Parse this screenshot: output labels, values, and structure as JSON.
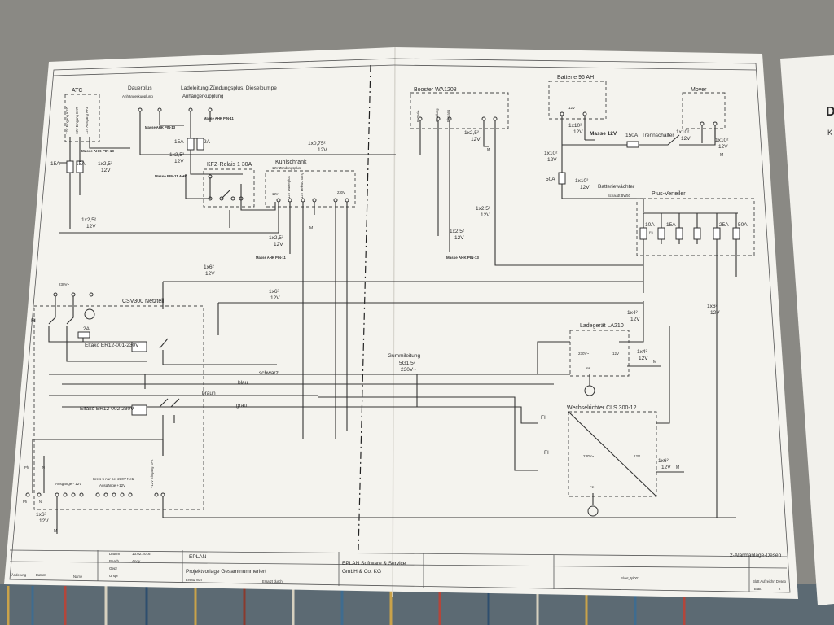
{
  "colors": {
    "carpet": "#8a8984",
    "paper": "#f4f3ee",
    "ink": "#2a2a2a"
  },
  "side_sheet": {
    "letter": "D",
    "line2": "K"
  },
  "atc": {
    "title": "ATC",
    "pins": [
      "12V Eingang KFZ",
      "12V Eingang EXT",
      "12V Ausgang KFZ"
    ],
    "masse": "Masse AHK PIN-13"
  },
  "dauerplus": {
    "title": "Dauerplus",
    "sub": "Anhängerkupplung",
    "masse": "Masse AHK PIN-13"
  },
  "ladeleitung": {
    "title": "Ladeleitung Zündungsplus, Dieselpumpe",
    "sub": "Anhängerkupplung",
    "masse": "Masse AHK PIN-11"
  },
  "fuses_left": {
    "f1": "15A",
    "f2": "15A",
    "f3": "15A",
    "f4": "2A"
  },
  "kfz_relais": {
    "label": "KFZ-Relais 1  30A",
    "masse": "Masse PIN-11 AHK"
  },
  "kuehlschrank": {
    "title": "Kühlschrank",
    "sub": "12V Zündungsplus",
    "masse": "Masse AHK PIN-11",
    "pins": [
      "12V Dauerplus",
      "12V Beleuchtung",
      "230V"
    ]
  },
  "booster": {
    "title": "Booster WA1208",
    "pins": [
      "Batterie",
      "Zündung",
      "Eingang"
    ],
    "masse": "Masse AHK PIN-13"
  },
  "batterie": {
    "title": "Batterie 96 AH",
    "masse": "Masse 12V",
    "fuse": "150A",
    "switch": "Trennschalter",
    "fuse2": "50A"
  },
  "mover": {
    "title": "Mover"
  },
  "batteriewaechter": {
    "title": "Batteriewächter",
    "sub": "Schaudt BW50"
  },
  "plus_verteiler": {
    "title": "Plus-Verteiler",
    "fuses": [
      "10A",
      "15A",
      "25A",
      "50A"
    ],
    "tag": "F5"
  },
  "csv300": {
    "title": "CSV300 Netzteil",
    "v": "230V~",
    "fi": "FI",
    "fuse": "2A"
  },
  "eltako1": {
    "label": "Eltako ER12-001-230V"
  },
  "eltako2": {
    "label": "Eltako ER12-002-230V"
  },
  "gummi": {
    "title": "Gummileitung",
    "spec": "5G1,5²",
    "v": "230V~"
  },
  "wire_colors": {
    "schwarz": "schwarz",
    "blau": "blau",
    "braun": "braun",
    "grau": "grau"
  },
  "ladegeraet": {
    "title": "Ladegerät LA210",
    "left": "230V~",
    "right": "12V",
    "pe": "PE"
  },
  "wechselrichter": {
    "title": "Wechselrichter CLS 300-12",
    "left": "230V~",
    "right": "12V",
    "fi": "FI",
    "pe": "PE"
  },
  "cables": {
    "c1x6": "1x6²",
    "c1x4": "1x4²",
    "c1x10": "1x10²",
    "c1x25": "1x2,5²",
    "c1x075": "1x0,75²",
    "v12": "12V"
  },
  "ausgaenge": {
    "a": "Ausgänge - 12V",
    "b": "Kreis 5 nur bei 230V Netz",
    "c": "Ausgänge +12V",
    "d": "+12V Eingang KFZ",
    "pe": "PE",
    "n": "N",
    "ph": "Ph"
  },
  "m": "M",
  "titleblock": {
    "date_label": "Datum",
    "date": "13.02.2016",
    "bearb_label": "Bearb.",
    "bearb": "Andy",
    "gepr": "Gepr",
    "urspr": "Urspr",
    "aenderung": "Änderung",
    "datum2": "Datum",
    "name": "Name",
    "ersatz_von": "Ersatz von",
    "ersatz_durch": "Ersatzt durch",
    "eplan": "EPLAN",
    "vorlage": "Projektvorlage Gesamtnummeriert",
    "company1": "EPLAN Software & Service",
    "company2": "GmbH & Co. KG",
    "project": "2-Alarmanlage-Deseo",
    "doc": "Bluet_tpl001",
    "sheetinfo": "Blatt Aufzeichn Deseo",
    "blatt": "Blatt",
    "blatt_no": "2"
  }
}
